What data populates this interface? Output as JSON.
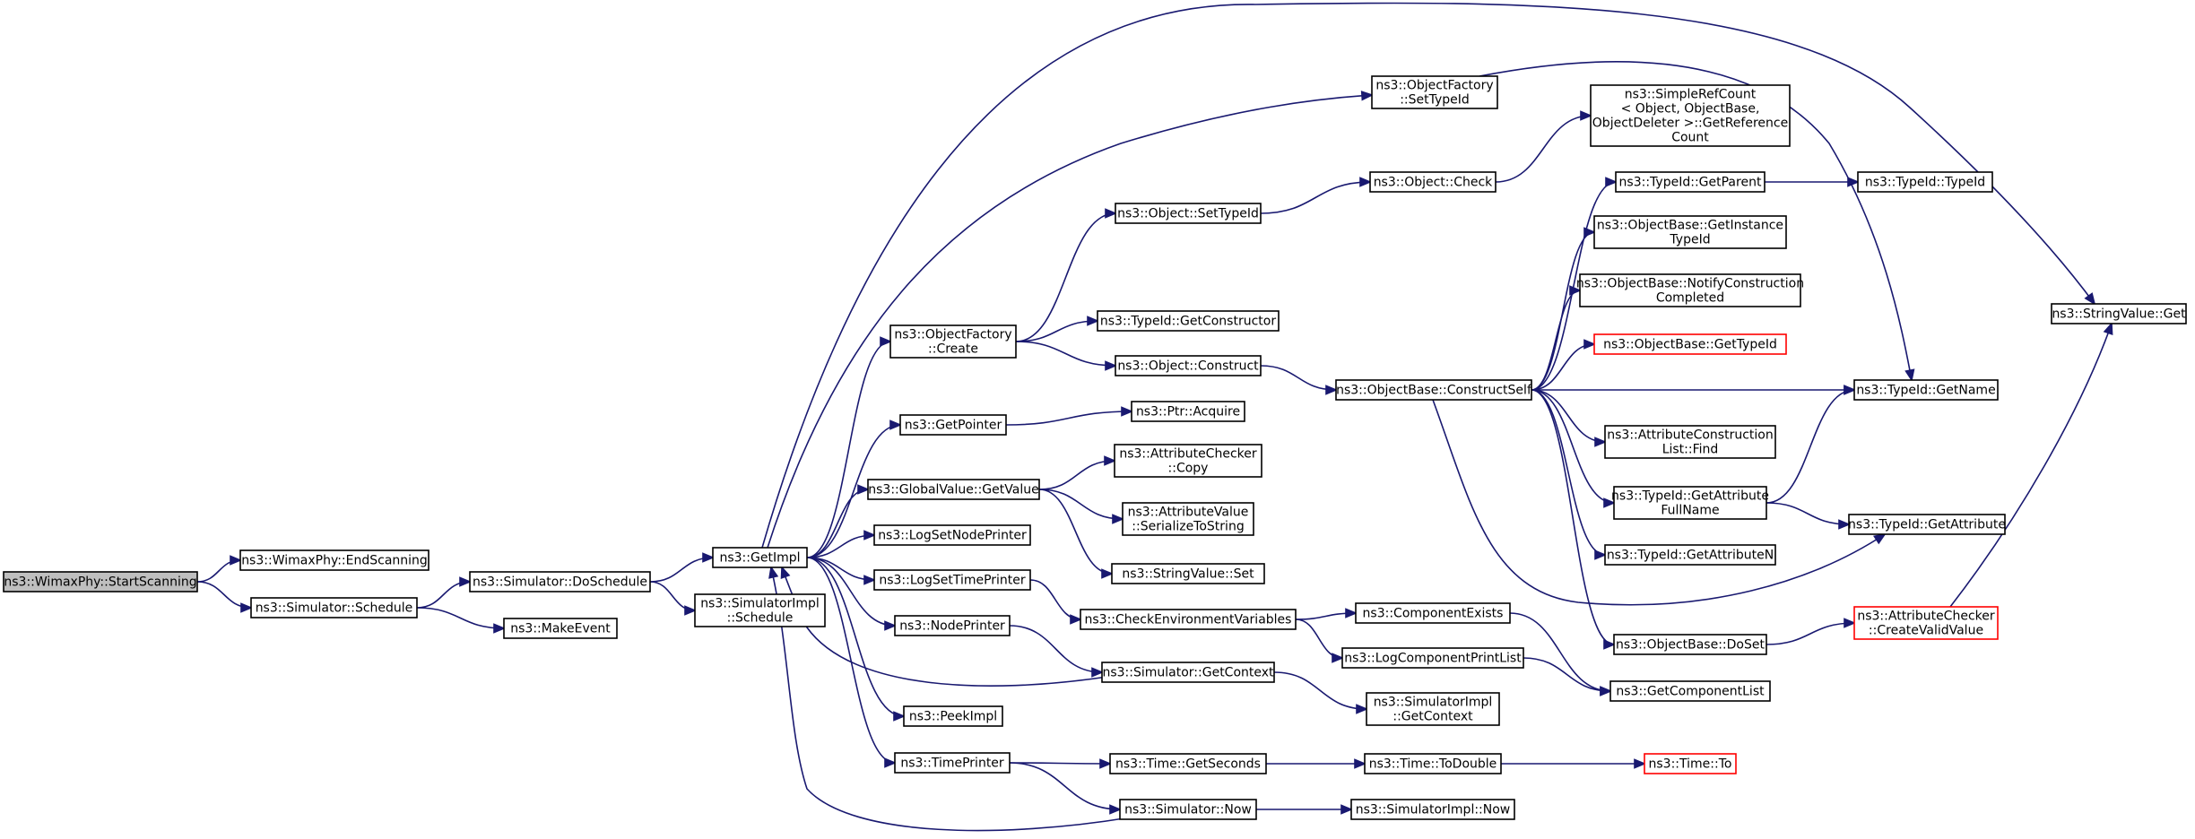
{
  "colors": {
    "edge": "#191970",
    "root_fill": "#bfbfbf",
    "node_border": "#000000",
    "truncated_border": "#ff0000"
  },
  "nodes": [
    {
      "id": "start",
      "lines": [
        "ns3::WimaxPhy::StartScanning"
      ],
      "style": "root"
    },
    {
      "id": "endscan",
      "lines": [
        "ns3::WimaxPhy::EndScanning"
      ]
    },
    {
      "id": "schedule",
      "lines": [
        "ns3::Simulator::Schedule"
      ]
    },
    {
      "id": "doschedule",
      "lines": [
        "ns3::Simulator::DoSchedule"
      ]
    },
    {
      "id": "makeevent",
      "lines": [
        "ns3::MakeEvent"
      ]
    },
    {
      "id": "getimpl",
      "lines": [
        "ns3::GetImpl"
      ]
    },
    {
      "id": "simimplsched",
      "lines": [
        "ns3::SimulatorImpl",
        "::Schedule"
      ]
    },
    {
      "id": "objfactcreate",
      "lines": [
        "ns3::ObjectFactory",
        "::Create"
      ]
    },
    {
      "id": "getpointer",
      "lines": [
        "ns3::GetPointer"
      ]
    },
    {
      "id": "globalvalue",
      "lines": [
        "ns3::GlobalValue::GetValue"
      ]
    },
    {
      "id": "lognodeprinter",
      "lines": [
        "ns3::LogSetNodePrinter"
      ]
    },
    {
      "id": "logtimeprinter",
      "lines": [
        "ns3::LogSetTimePrinter"
      ]
    },
    {
      "id": "nodeprinter",
      "lines": [
        "ns3::NodePrinter"
      ]
    },
    {
      "id": "peekimpl",
      "lines": [
        "ns3::PeekImpl"
      ]
    },
    {
      "id": "timeprinter",
      "lines": [
        "ns3::TimePrinter"
      ]
    },
    {
      "id": "objfactsettype",
      "lines": [
        "ns3::ObjectFactory",
        "::SetTypeId"
      ]
    },
    {
      "id": "objsettype",
      "lines": [
        "ns3::Object::SetTypeId"
      ]
    },
    {
      "id": "getconstructor",
      "lines": [
        "ns3::TypeId::GetConstructor"
      ]
    },
    {
      "id": "objconstruct",
      "lines": [
        "ns3::Object::Construct"
      ]
    },
    {
      "id": "ptracquire",
      "lines": [
        "ns3::Ptr::Acquire"
      ]
    },
    {
      "id": "attrcheckcopy",
      "lines": [
        "ns3::AttributeChecker",
        "::Copy"
      ]
    },
    {
      "id": "attrvalser",
      "lines": [
        "ns3::AttributeValue",
        "::SerializeToString"
      ]
    },
    {
      "id": "stringvalset",
      "lines": [
        "ns3::StringValue::Set"
      ]
    },
    {
      "id": "checkenv",
      "lines": [
        "ns3::CheckEnvironmentVariables"
      ]
    },
    {
      "id": "simgetcontext",
      "lines": [
        "ns3::Simulator::GetContext"
      ]
    },
    {
      "id": "timegetsec",
      "lines": [
        "ns3::Time::GetSeconds"
      ]
    },
    {
      "id": "simnow",
      "lines": [
        "ns3::Simulator::Now"
      ]
    },
    {
      "id": "objcheck",
      "lines": [
        "ns3::Object::Check"
      ]
    },
    {
      "id": "simplerefcount",
      "lines": [
        "ns3::SimpleRefCount",
        "< Object, ObjectBase,",
        "ObjectDeleter >::GetReference",
        "Count"
      ]
    },
    {
      "id": "constructself",
      "lines": [
        "ns3::ObjectBase::ConstructSelf"
      ]
    },
    {
      "id": "compexists",
      "lines": [
        "ns3::ComponentExists"
      ]
    },
    {
      "id": "logcompprint",
      "lines": [
        "ns3::LogComponentPrintList"
      ]
    },
    {
      "id": "simimplgetctx",
      "lines": [
        "ns3::SimulatorImpl",
        "::GetContext"
      ]
    },
    {
      "id": "timetodouble",
      "lines": [
        "ns3::Time::ToDouble"
      ]
    },
    {
      "id": "simimplnow",
      "lines": [
        "ns3::SimulatorImpl::Now"
      ]
    },
    {
      "id": "getparent",
      "lines": [
        "ns3::TypeId::GetParent"
      ]
    },
    {
      "id": "getinstance",
      "lines": [
        "ns3::ObjectBase::GetInstance",
        "TypeId"
      ]
    },
    {
      "id": "notifyconst",
      "lines": [
        "ns3::ObjectBase::NotifyConstruction",
        "Completed"
      ]
    },
    {
      "id": "obgettypeid",
      "lines": [
        "ns3::ObjectBase::GetTypeId"
      ],
      "style": "truncated"
    },
    {
      "id": "attrconstfind",
      "lines": [
        "ns3::AttributeConstruction",
        "List::Find"
      ]
    },
    {
      "id": "getattrfull",
      "lines": [
        "ns3::TypeId::GetAttribute",
        "FullName"
      ]
    },
    {
      "id": "getattrn",
      "lines": [
        "ns3::TypeId::GetAttributeN"
      ]
    },
    {
      "id": "obdoset",
      "lines": [
        "ns3::ObjectBase::DoSet"
      ]
    },
    {
      "id": "getcomplist",
      "lines": [
        "ns3::GetComponentList"
      ]
    },
    {
      "id": "timeto",
      "lines": [
        "ns3::Time::To"
      ],
      "style": "truncated"
    },
    {
      "id": "typeidtypeid",
      "lines": [
        "ns3::TypeId::TypeId"
      ]
    },
    {
      "id": "getname",
      "lines": [
        "ns3::TypeId::GetName"
      ]
    },
    {
      "id": "getattribute",
      "lines": [
        "ns3::TypeId::GetAttribute"
      ]
    },
    {
      "id": "createvalid",
      "lines": [
        "ns3::AttributeChecker",
        "::CreateValidValue"
      ],
      "style": "truncated"
    },
    {
      "id": "stringvalget",
      "lines": [
        "ns3::StringValue::Get"
      ]
    }
  ],
  "edges": [
    [
      "start",
      "endscan"
    ],
    [
      "start",
      "schedule"
    ],
    [
      "schedule",
      "doschedule"
    ],
    [
      "schedule",
      "makeevent"
    ],
    [
      "doschedule",
      "getimpl"
    ],
    [
      "doschedule",
      "simimplsched"
    ],
    [
      "getimpl",
      "objfactcreate"
    ],
    [
      "getimpl",
      "getpointer"
    ],
    [
      "getimpl",
      "globalvalue"
    ],
    [
      "getimpl",
      "lognodeprinter"
    ],
    [
      "getimpl",
      "logtimeprinter"
    ],
    [
      "getimpl",
      "nodeprinter"
    ],
    [
      "getimpl",
      "peekimpl"
    ],
    [
      "getimpl",
      "timeprinter"
    ],
    [
      "getimpl",
      "objfactsettype"
    ],
    [
      "getimpl",
      "stringvalget"
    ],
    [
      "objfactcreate",
      "objsettype"
    ],
    [
      "objfactcreate",
      "getconstructor"
    ],
    [
      "objfactcreate",
      "objconstruct"
    ],
    [
      "objsettype",
      "objcheck"
    ],
    [
      "objcheck",
      "simplerefcount"
    ],
    [
      "objconstruct",
      "constructself"
    ],
    [
      "getpointer",
      "ptracquire"
    ],
    [
      "globalvalue",
      "attrcheckcopy"
    ],
    [
      "globalvalue",
      "attrvalser"
    ],
    [
      "globalvalue",
      "stringvalset"
    ],
    [
      "logtimeprinter",
      "checkenv"
    ],
    [
      "checkenv",
      "compexists"
    ],
    [
      "checkenv",
      "logcompprint"
    ],
    [
      "compexists",
      "getcomplist"
    ],
    [
      "logcompprint",
      "getcomplist"
    ],
    [
      "nodeprinter",
      "simgetcontext"
    ],
    [
      "simgetcontext",
      "getimpl"
    ],
    [
      "simgetcontext",
      "simimplgetctx"
    ],
    [
      "timeprinter",
      "timegetsec"
    ],
    [
      "timeprinter",
      "simnow"
    ],
    [
      "timegetsec",
      "timetodouble"
    ],
    [
      "timetodouble",
      "timeto"
    ],
    [
      "simnow",
      "getimpl"
    ],
    [
      "simnow",
      "simimplnow"
    ],
    [
      "constructself",
      "getparent"
    ],
    [
      "constructself",
      "getinstance"
    ],
    [
      "constructself",
      "notifyconst"
    ],
    [
      "constructself",
      "obgettypeid"
    ],
    [
      "constructself",
      "getname"
    ],
    [
      "constructself",
      "attrconstfind"
    ],
    [
      "constructself",
      "getattrfull"
    ],
    [
      "constructself",
      "getattrn"
    ],
    [
      "constructself",
      "getattribute"
    ],
    [
      "constructself",
      "obdoset"
    ],
    [
      "getparent",
      "typeidtypeid"
    ],
    [
      "getattrfull",
      "getname"
    ],
    [
      "getattrfull",
      "getattribute"
    ],
    [
      "obdoset",
      "createvalid"
    ],
    [
      "createvalid",
      "stringvalget"
    ],
    [
      "objfactsettype",
      "getname"
    ]
  ]
}
